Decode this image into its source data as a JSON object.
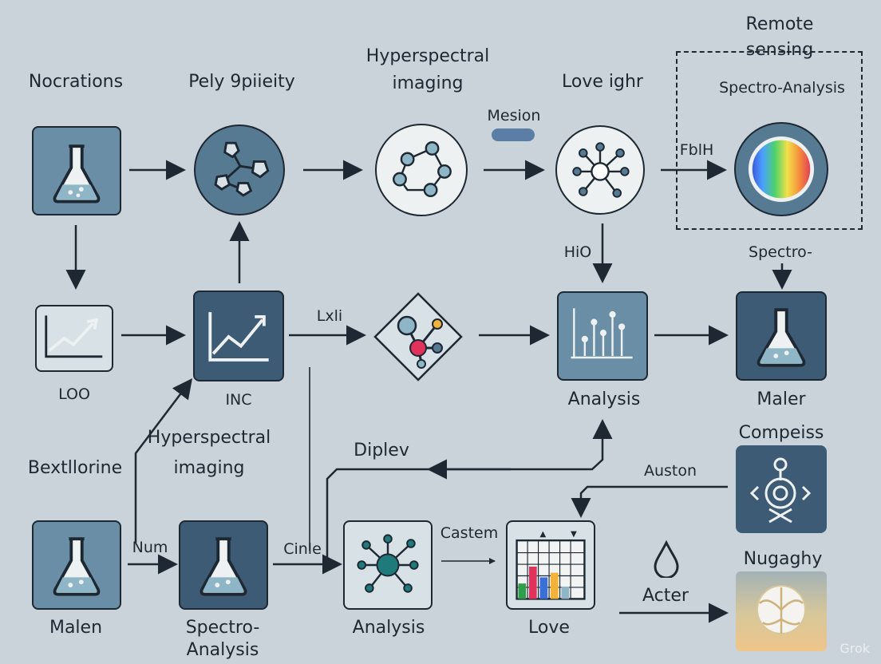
{
  "labels": {
    "nocrations": "Nocrations",
    "pely": "Pely 9piieity",
    "hyper_top_1": "Hyperspectral",
    "hyper_top_2": "imaging",
    "love_ighr": "Love ighr",
    "remote_1": "Remote",
    "remote_2": "sensing",
    "spectro_analysis_top": "Spectro-Analysis",
    "mesion": "Mesion",
    "fblh": "FblH",
    "hio": "HiO",
    "spectro_dash": "Spectro-",
    "loo": "LOO",
    "inc": "INC",
    "lxli": "Lxli",
    "analysis_mid": "Analysis",
    "maler": "Maler",
    "hyper_mid_1": "Hyperspectral",
    "hyper_mid_2": "imaging",
    "bextllorine": "Bextllorine",
    "diplev": "Diplev",
    "compeiss": "Compeiss",
    "auston": "Auston",
    "num": "Num",
    "cinle": "Cinle",
    "castem": "Castem",
    "nugaghy": "Nugaghy",
    "acter": "Acter",
    "malen": "Malen",
    "spectro_analysis_bottom_1": "Spectro-",
    "spectro_analysis_bottom_2": "Analysis",
    "analysis_bottom": "Analysis",
    "love": "Love",
    "watermark": "Grok"
  },
  "colors": {
    "background": "#c9d3d9",
    "ink": "#1d2833",
    "steel_blue": "#6a8ea6",
    "navy": "#3e5b75",
    "liquid": "#8fb6c6"
  }
}
